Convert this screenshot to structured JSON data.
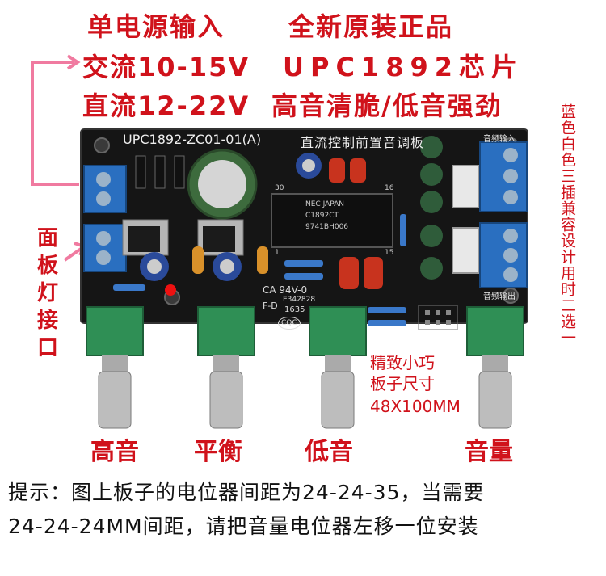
{
  "callouts": {
    "power_title": "单电源输入",
    "power_ac": "交流10-15V",
    "power_dc": "直流12-22V",
    "genuine": "全新原装正品",
    "chip": "UPC1892芯片",
    "sound": "高音清脆/低音强劲",
    "panel_light": [
      "面",
      "板",
      "灯",
      "接",
      "口"
    ],
    "side_note": "蓝色白色三插兼容设计用时二选一",
    "size_line1": "精致小巧",
    "size_line2": "板子尺寸",
    "size_line3": "48X100MM"
  },
  "board": {
    "model": "UPC1892-ZC01-01(A)",
    "title": "直流控制前置音调板",
    "audio_in": "音频输入",
    "audio_out": "音频输出",
    "chip_brand": "NEC JAPAN",
    "chip_part": "C1892CT",
    "chip_code": "9741BH006",
    "cert": "CA 94V-0",
    "cert_no": "E342828",
    "fd": "F-D",
    "date_code": "1635",
    "cqc": "CQC",
    "pin_30": "30",
    "pin_16": "16",
    "pin_1": "1",
    "pin_15": "15"
  },
  "knobs": [
    "高音",
    "平衡",
    "低音",
    "音量"
  ],
  "footer": {
    "line1": "提示：图上板子的电位器间距为24-24-35，当需要",
    "line2": "24-24-24MM间距，请把音量电位器左移一位安装"
  },
  "colors": {
    "accent": "#d0121b",
    "board": "#151515",
    "terminal": "#2a6fc0",
    "pot": "#2f8f55",
    "arrow": "#f07aa0"
  }
}
